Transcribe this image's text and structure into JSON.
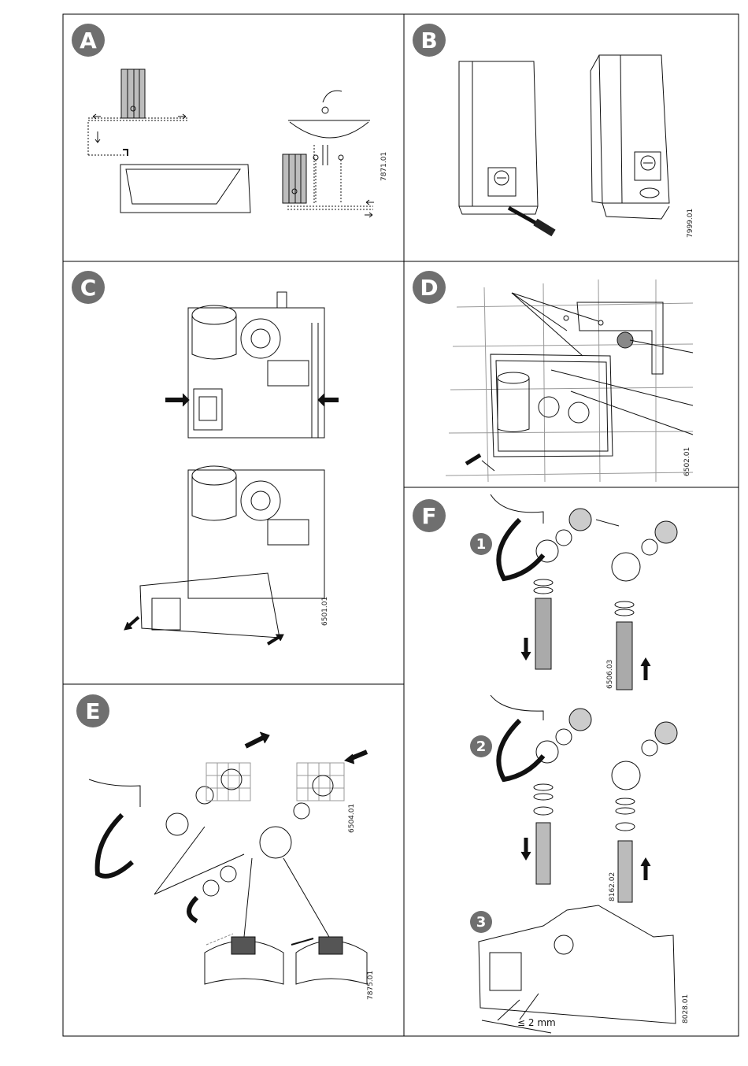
{
  "panels": [
    {
      "id": "A",
      "label": "A",
      "code": "7871.01"
    },
    {
      "id": "B",
      "label": "B",
      "code": "7999.01"
    },
    {
      "id": "C",
      "label": "C",
      "code": "6501.01"
    },
    {
      "id": "D",
      "label": "D",
      "code": "6502.01"
    },
    {
      "id": "E",
      "label": "E",
      "code": "7875.01"
    },
    {
      "id": "F",
      "label": "F",
      "code": "8028.01"
    }
  ],
  "panel_e_extra_code": "6504.01",
  "panel_f": {
    "steps": [
      "1",
      "2",
      "3"
    ],
    "codes": [
      "6506.03",
      "8162.02",
      "8028.01"
    ],
    "tolerance": "≤ 2 mm"
  },
  "colors": {
    "badge": "#6f6f6f",
    "line": "#111111",
    "gray": "#9a9a9a",
    "panel_border": "#000000"
  }
}
